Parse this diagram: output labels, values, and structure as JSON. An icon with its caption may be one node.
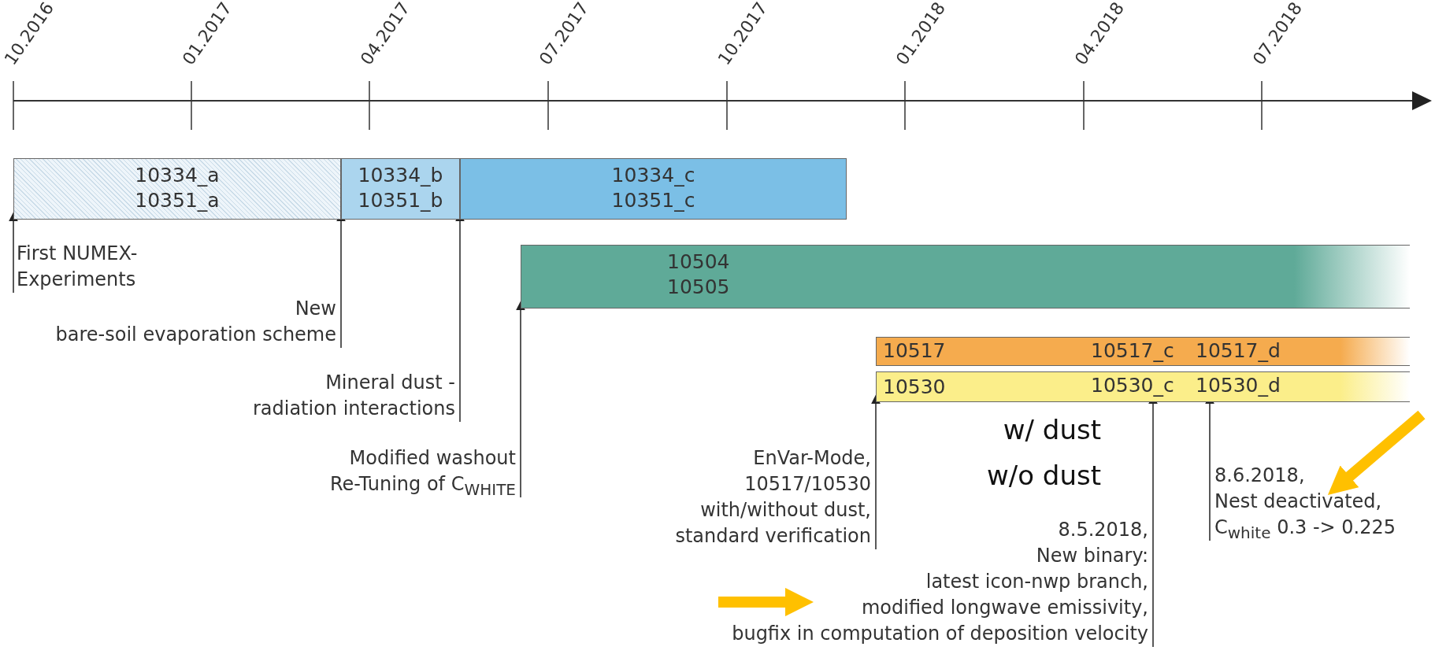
{
  "diagram": {
    "nodes": [
      {
        "text": [
          "10334_a",
          "10351_a"
        ]
      },
      {
        "text": [
          "10334_b",
          "10351_b"
        ]
      },
      {
        "text": [
          "10334_c",
          "10351_c"
        ]
      },
      {
        "text": [
          "10504",
          "10505"
        ]
      },
      {
        "text": [
          "10517",
          "10517_c",
          "10517_d"
        ]
      },
      {
        "text": [
          "10530",
          "10530_c",
          "10530_d"
        ]
      },
      {
        "text": [
          "First NUMEX-",
          "Experiments"
        ]
      },
      {
        "text": [
          "New",
          "bare-soil evaporation scheme"
        ]
      },
      {
        "text": [
          "Mineral dust -",
          "radiation interactions"
        ]
      },
      {
        "text": [
          "Modified washout",
          "Re-Tuning of C$_{WHITE}$"
        ]
      },
      {
        "text": [
          "EnVar-Mode,",
          "10517/10530",
          "with/without dust,",
          "standard verification"
        ]
      },
      {
        "text": [
          "8.5.2018,",
          "New binary:",
          "latest icon-nwp branch,",
          "modified longwave emissivity,",
          "bugfix in computation of deposition velocity"
        ]
      },
      {
        "text": [
          "8.6.2018,",
          "Nest deactivated,",
          "C$_{white}$ 0.3 -> 0.225"
        ]
      }
    ],
    "edges": [
      {
        "from": 6,
        "to": 0,
        "arrow": "to"
      },
      {
        "from": 7,
        "to": 1,
        "arrow": "to"
      },
      {
        "from": 8,
        "to": 2,
        "arrow": "to"
      },
      {
        "from": 9,
        "to": 3,
        "arrow": "to"
      },
      {
        "from": 10,
        "to": 5,
        "arrow": "to"
      },
      {
        "from": 11,
        "to": 5,
        "arrow": "to"
      },
      {
        "from": 12,
        "to": 5,
        "arrow": "to"
      },
      {
        "from": null,
        "to": 11,
        "arrow": "to",
        "style": "thick",
        "color": "#ffc000"
      },
      {
        "from": null,
        "to": 12,
        "arrow": "to",
        "style": "thick",
        "color": "#ffc000"
      }
    ],
    "labels": [
      "10.2016",
      "01.2017",
      "04.2017",
      "07.2017",
      "10.2017",
      "01.2018",
      "04.2018",
      "07.2018",
      "w/ dust",
      "w/o dust"
    ]
  }
}
